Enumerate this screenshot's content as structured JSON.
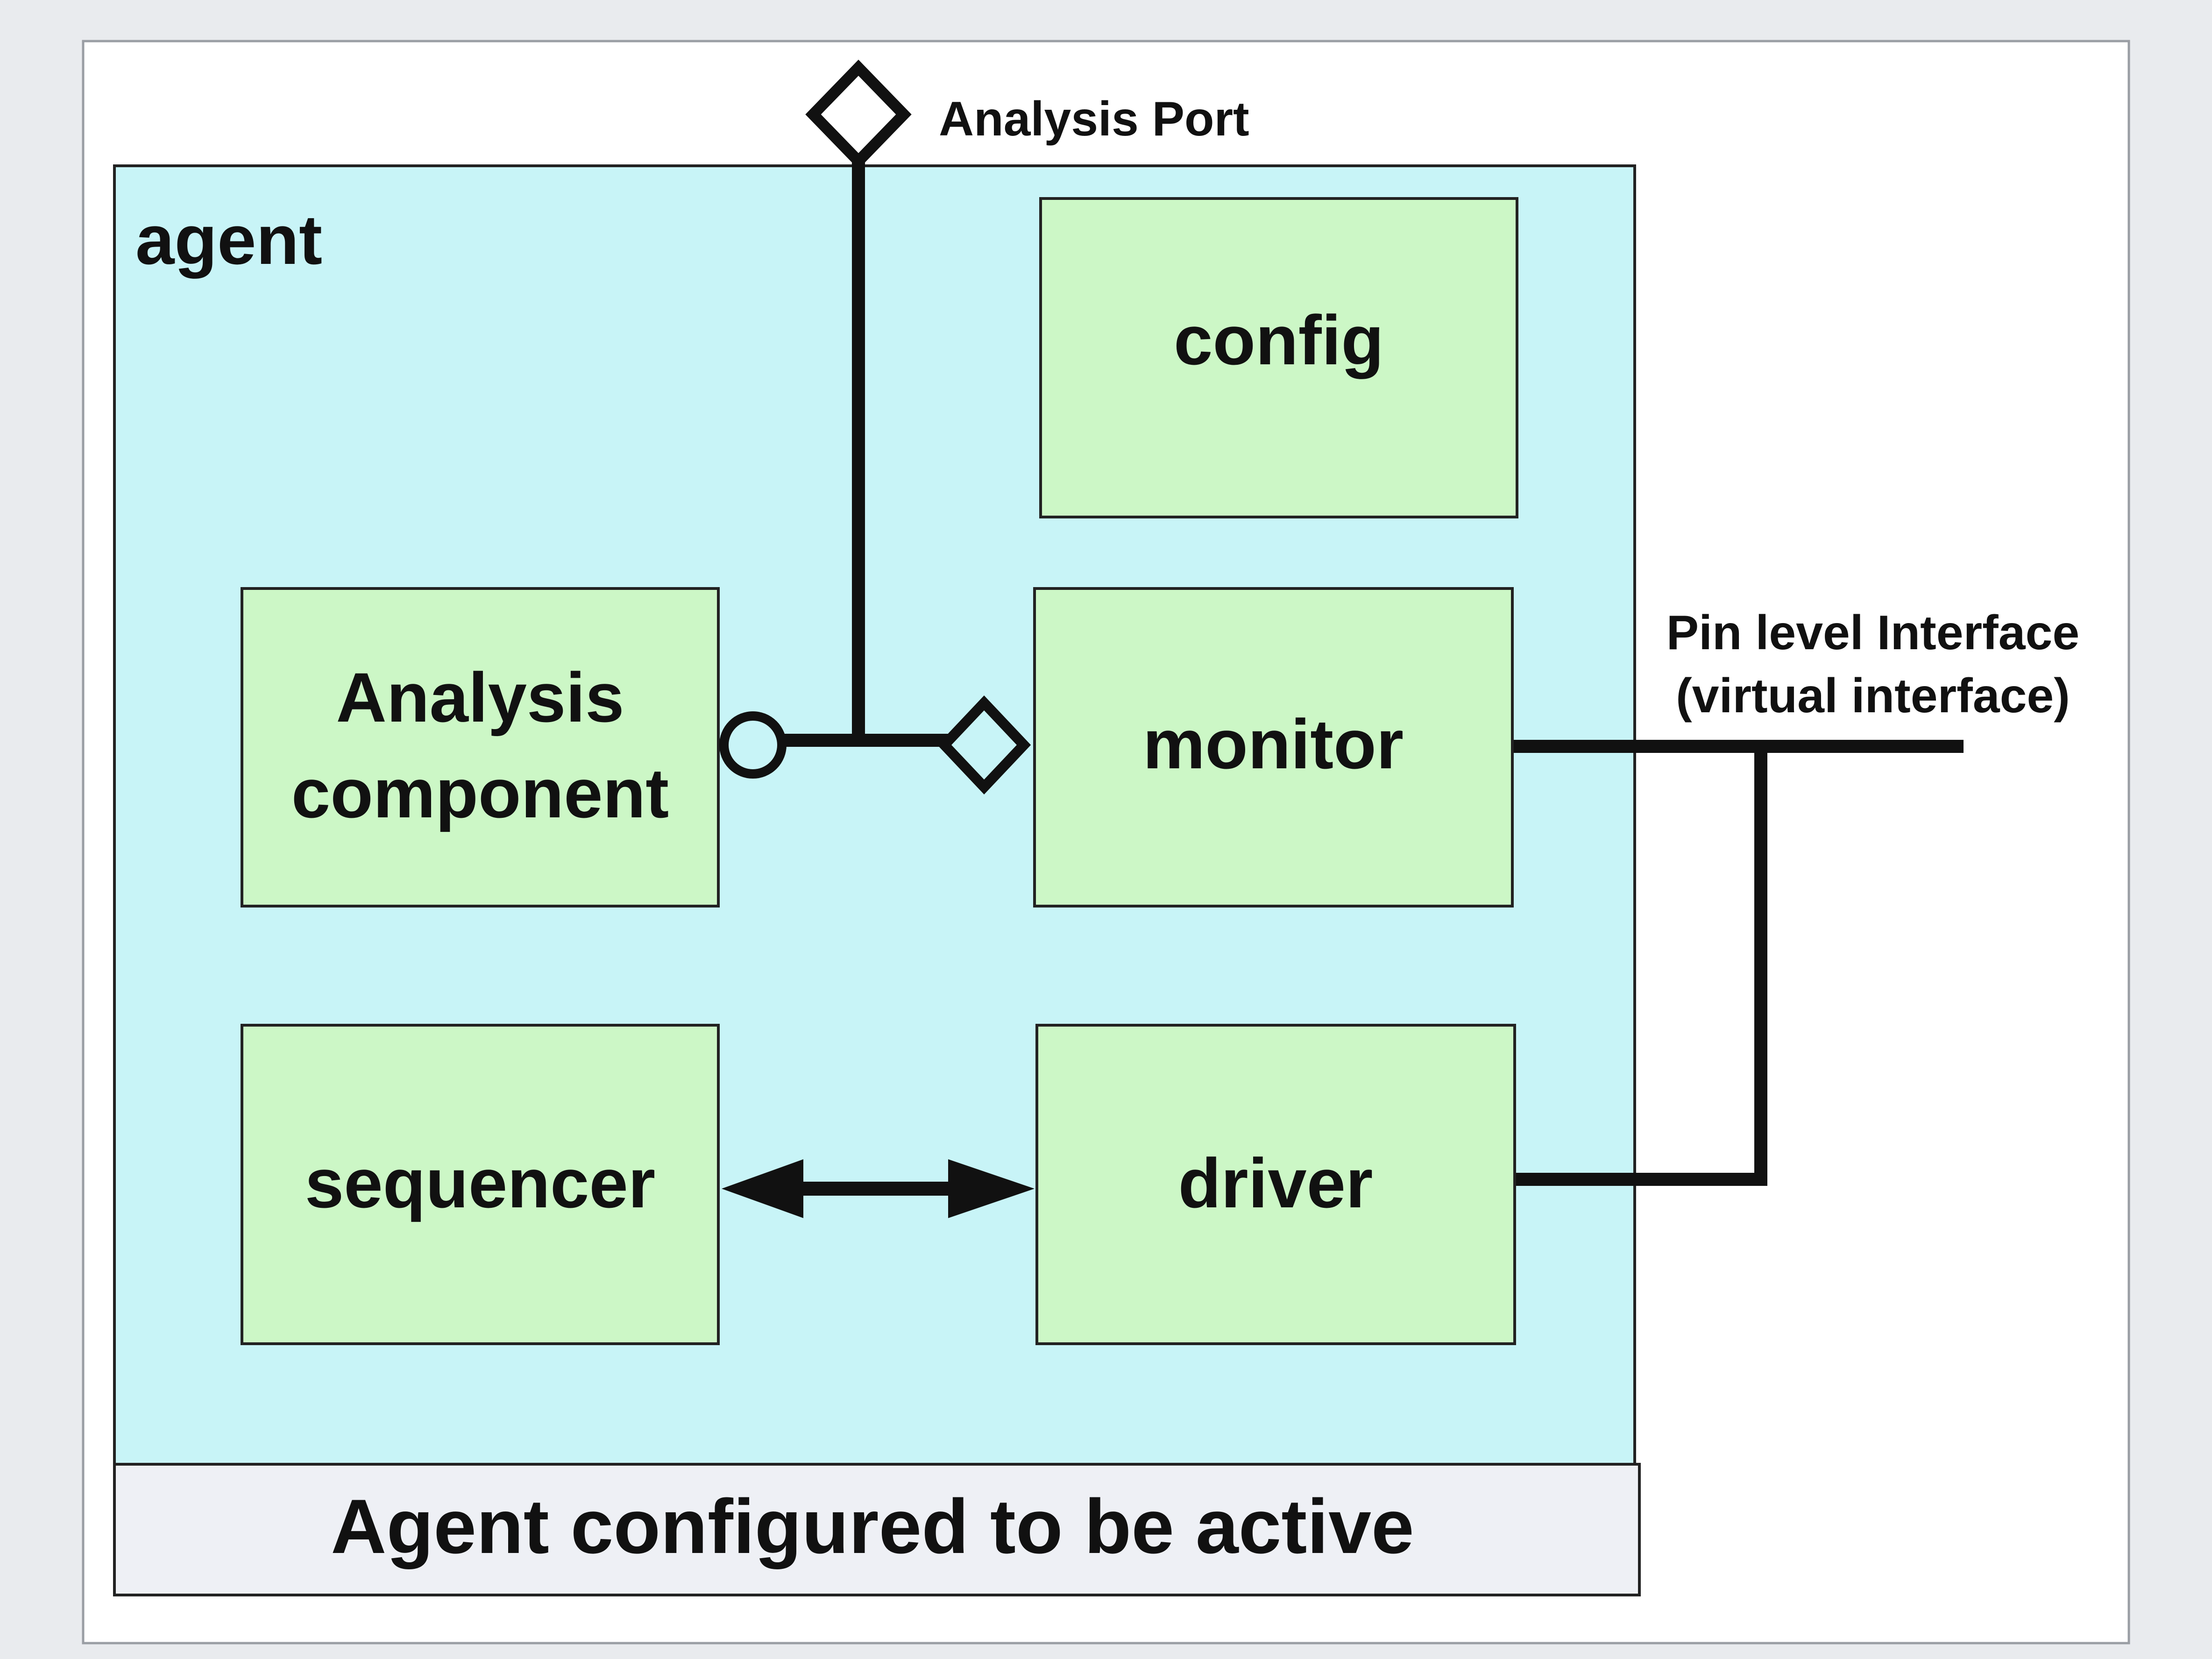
{
  "diagram": {
    "agent_label": "agent",
    "analysis_port_label": "Analysis Port",
    "pin_interface_label_line1": "Pin level Interface",
    "pin_interface_label_line2": "(virtual interface)",
    "footer_caption": "Agent configured to be active",
    "boxes": {
      "config": "config",
      "analysis_line1": "Analysis",
      "analysis_line2": "component",
      "monitor": "monitor",
      "sequencer": "sequencer",
      "driver": "driver"
    }
  },
  "colors": {
    "page_background": "#e9ebee",
    "frame_background": "#ffffff",
    "agent_fill": "#c8f4f7",
    "component_fill": "#ccf7c6",
    "footer_fill": "#eef0f5",
    "line": "#111111"
  }
}
